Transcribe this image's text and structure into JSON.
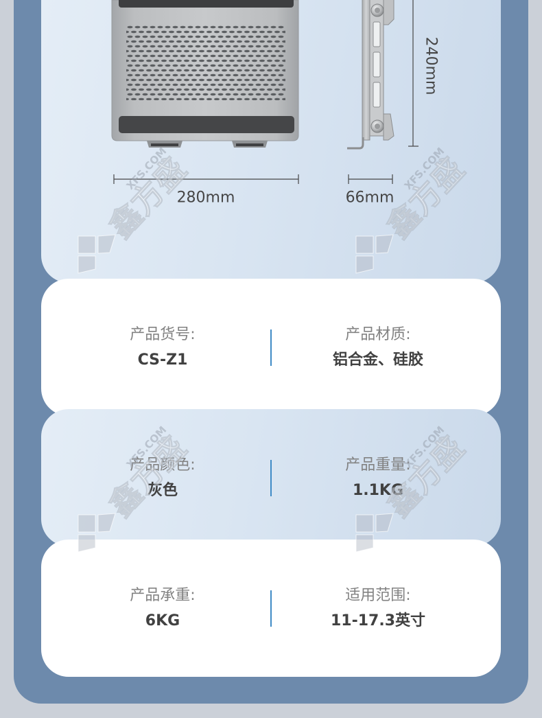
{
  "diagram": {
    "width_label": "280mm",
    "depth_label": "66mm",
    "height_label": "240mm"
  },
  "specs": [
    {
      "left": {
        "label": "产品货号:",
        "value": "CS-Z1"
      },
      "right": {
        "label": "产品材质:",
        "value": "铝合金、硅胶"
      }
    },
    {
      "left": {
        "label": "产品颜色:",
        "value": "灰色"
      },
      "right": {
        "label": "产品重量:",
        "value": "1.1KG"
      }
    },
    {
      "left": {
        "label": "产品承重:",
        "value": "6KG"
      },
      "right": {
        "label": "适用范围:",
        "value": "11-17.3英寸"
      }
    }
  ],
  "watermark": {
    "brand": "鑫方盛",
    "domain": "XFS.COM"
  },
  "theme": {
    "background": "#cbd0d8",
    "panel": "#6d8aac",
    "card_white": "#ffffff",
    "card_blue_start": "#e4edf6",
    "card_blue_end": "#cad9ea",
    "divider": "#3f8bc6",
    "label_text": "#828282",
    "value_text": "#414141",
    "dimension_text": "#464646"
  }
}
